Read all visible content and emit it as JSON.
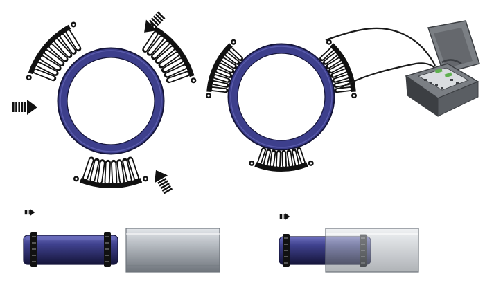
{
  "colors": {
    "ring_fill": "#3d3f8c",
    "ring_edge": "#15153a",
    "ring_highlight": "#6567b8",
    "heater_black": "#111111",
    "coil_white": "#ffffff",
    "arrow_black": "#111111",
    "cable": "#1a1a1a",
    "pipe_fill": "#b9bec4",
    "pipe_edge": "#6f757c",
    "pipe_highlight": "#e3e6ea",
    "tube_fill": "#40428f",
    "tube_highlight": "#6e70bf",
    "case_gray": "#7b7f84",
    "case_dark": "#3c3f43",
    "panel_green": "#5fb04f"
  },
  "icons": {
    "push_arrow": "arrow-right-striped-icon",
    "heater_segment": "ceramic-heater-pad-icon",
    "controller": "heat-treatment-controller-icon"
  },
  "components": {
    "pipe_ring": "pipe-ring",
    "heater_pads": "heater-pads",
    "control_unit": "control-unit",
    "insert_tube": "insert-tube",
    "outer_pipe": "outer-pipe"
  }
}
